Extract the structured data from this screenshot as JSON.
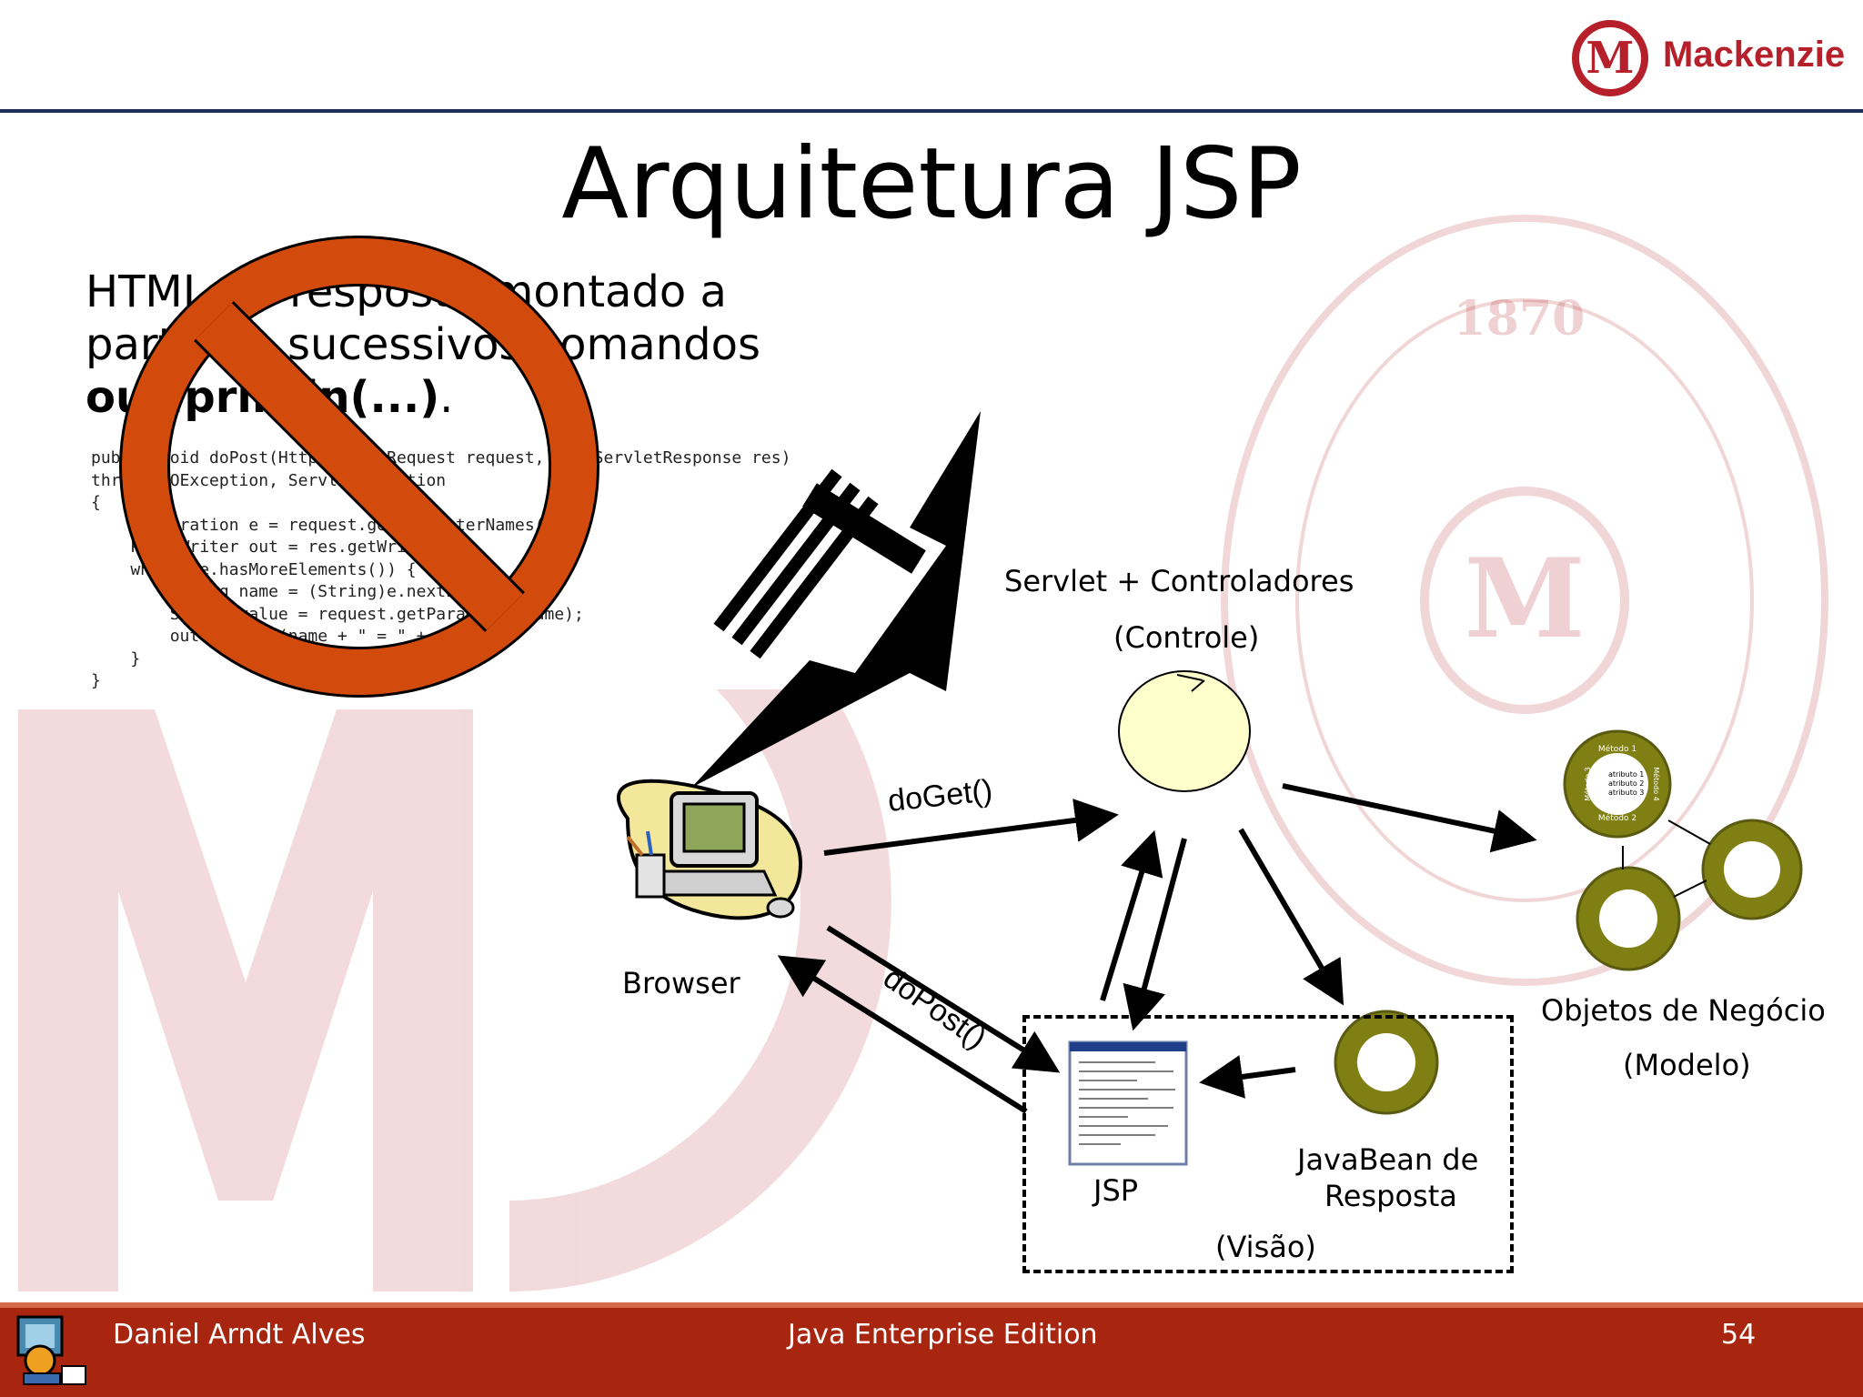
{
  "slide": {
    "title": "Arquitetura JSP",
    "logo_text": "Mackenzie",
    "logo_letter": "M",
    "watermark_year": "1870",
    "intro": {
      "line1": "HTML de resposta montado a",
      "line2": "partir de sucessivos comandos",
      "bold": "out.println(...)",
      "tail": "."
    },
    "code_lines": [
      "public void doPost(HttpServletRequest request, HttpServletResponse res)",
      "throws IOException, ServletException",
      "{",
      "    Enumeration e = request.getParameterNames();",
      "    PrintWriter out = res.getWriter();",
      "    while (e.hasMoreElements()) {",
      "        String name = (String)e.nextElement();",
      "        String value = request.getParameter(name);",
      "        out.println(name + \" = \" + value);",
      "    }",
      "}"
    ]
  },
  "diagram": {
    "browser_label": "Browser",
    "controller_label": "Servlet + Controladores",
    "controller_sub": "(Controle)",
    "doget_label": "doGet()",
    "dopost_label": "doPost()",
    "model_label": "Objetos de Negócio",
    "model_sub": "(Modelo)",
    "jsp_label": "JSP",
    "bean_label_1": "JavaBean de",
    "bean_label_2": "Resposta",
    "view_label": "(Visão)",
    "object_method_1": "Método 1",
    "object_method_2": "Método 2",
    "object_method_3": "Método 3",
    "object_method_4": "Método 4",
    "object_attrs": [
      "atributo 1",
      "atributo 2",
      "atributo 3"
    ]
  },
  "footer": {
    "author": "Daniel Arndt Alves",
    "course": "Java Enterprise Edition",
    "page": "54"
  },
  "colors": {
    "footer_bg": "#a8260f",
    "header_line": "#1f2f5c",
    "prohibition": "#d24a0c",
    "controller_fill": "#ffffcc",
    "object_fill": "#7f7f14"
  }
}
